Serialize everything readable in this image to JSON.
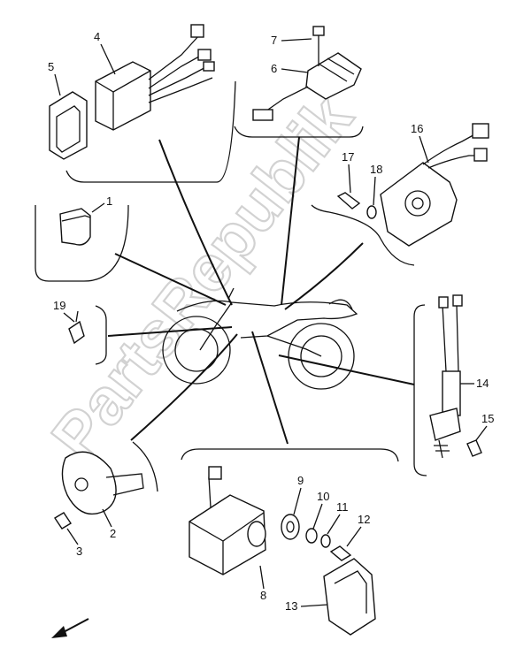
{
  "watermark": "PartsRepublik",
  "callouts": {
    "c1": "1",
    "c2": "2",
    "c3": "3",
    "c4": "4",
    "c5": "5",
    "c6": "6",
    "c7": "7",
    "c8": "8",
    "c9": "9",
    "c10": "10",
    "c11": "11",
    "c12": "12",
    "c13": "13",
    "c14": "14",
    "c15": "15",
    "c16": "16",
    "c17": "17",
    "c18": "18",
    "c19": "19"
  },
  "icons": {
    "orientation": "arrow-down-left-icon",
    "regulator_fins": "gear-icon"
  }
}
